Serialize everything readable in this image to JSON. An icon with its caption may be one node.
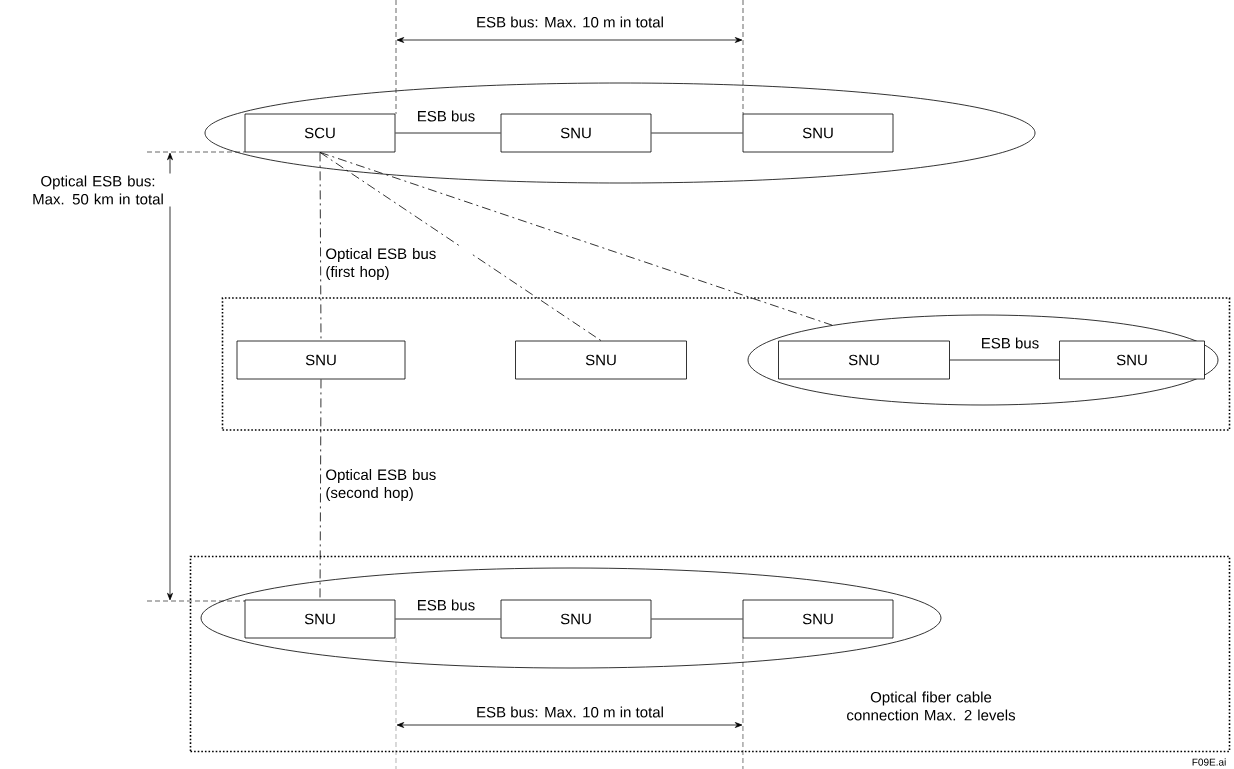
{
  "diagram": {
    "nodes": [
      {
        "text": [],
        "shape": "ellipse"
      },
      {
        "text": [
          "SCU"
        ],
        "in": 0
      },
      {
        "text": [
          "SNU"
        ],
        "in": 0
      },
      {
        "text": [
          "SNU"
        ],
        "in": 0
      },
      {
        "text": [],
        "shape": "box"
      },
      {
        "text": [
          "SNU"
        ],
        "in": 4
      },
      {
        "text": [
          "SNU"
        ],
        "in": 4
      },
      {
        "text": [],
        "shape": "ellipse",
        "in": 4
      },
      {
        "text": [
          "SNU"
        ],
        "in": 7
      },
      {
        "text": [
          "SNU"
        ],
        "in": 7
      },
      {
        "text": [
          "Optical fiber cable connection Max. 2 levels"
        ]
      },
      {
        "text": [],
        "shape": "ellipse",
        "in": 10
      },
      {
        "text": [
          "SNU"
        ],
        "in": 11
      },
      {
        "text": [
          "SNU"
        ],
        "in": 11
      },
      {
        "text": [
          "SNU"
        ],
        "in": 11
      }
    ],
    "edges": [
      {
        "from": 1,
        "to": 2,
        "arrow": "none",
        "label": "ESB bus"
      },
      {
        "from": 2,
        "to": 3,
        "arrow": "none"
      },
      {
        "from": 8,
        "to": 9,
        "arrow": "none",
        "label": "ESB bus"
      },
      {
        "from": 12,
        "to": 13,
        "arrow": "none",
        "label": "ESB bus"
      },
      {
        "from": 13,
        "to": 14,
        "arrow": "none"
      },
      {
        "from": 1,
        "to": 5,
        "arrow": "none",
        "style": "dashed",
        "label": "Optical ESB bus (first hop)"
      },
      {
        "from": 1,
        "to": 6,
        "arrow": "none",
        "style": "dashed"
      },
      {
        "from": 1,
        "to": 7,
        "arrow": "none",
        "style": "dashed"
      },
      {
        "from": 5,
        "to": 12,
        "arrow": "none",
        "style": "dashed",
        "label": "Optical ESB bus (second hop)"
      }
    ],
    "labels": [
      "ESB bus: Max. 10 m in total",
      "Optical ESB bus: Max. 50 km in total",
      "ESB bus: Max. 10 m in total",
      "F09E.ai"
    ]
  }
}
